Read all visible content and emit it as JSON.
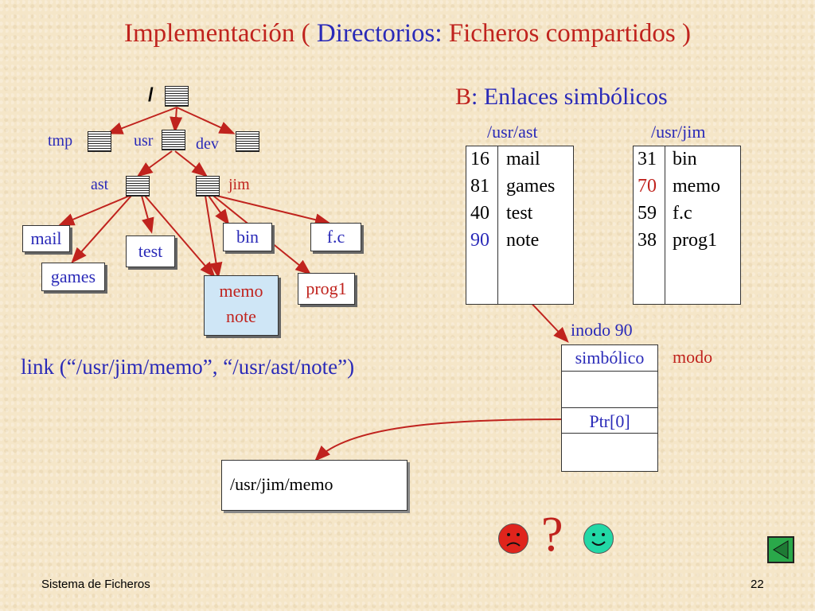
{
  "title": {
    "part1": "Implementación ( ",
    "part2": "Directorios: ",
    "part3": "Ficheros compartidos )"
  },
  "tree": {
    "root": "/",
    "tmp": "tmp",
    "usr": "usr",
    "dev": "dev",
    "ast": "ast",
    "jim": "jim",
    "files": {
      "mail": "mail",
      "games": "games",
      "test": "test",
      "memo": "memo",
      "note": "note",
      "bin": "bin",
      "prog1": "prog1",
      "fc": "f.c"
    }
  },
  "link_call": "link (“/usr/jim/memo”, “/usr/ast/note”)",
  "section": {
    "label_b": "B",
    "label_rest": ": Enlaces simbólicos"
  },
  "usr_ast": {
    "header": "/usr/ast",
    "rows": [
      {
        "inode": "16",
        "name": "mail"
      },
      {
        "inode": "81",
        "name": "games"
      },
      {
        "inode": "40",
        "name": "test"
      },
      {
        "inode": "90",
        "name": "note"
      }
    ]
  },
  "usr_jim": {
    "header": "/usr/jim",
    "rows": [
      {
        "inode": "31",
        "name": "bin"
      },
      {
        "inode": "70",
        "name": "memo"
      },
      {
        "inode": "59",
        "name": "f.c"
      },
      {
        "inode": "38",
        "name": "prog1"
      }
    ]
  },
  "inode": {
    "header": "inodo 90",
    "type": "simbólico",
    "mode_label": "modo",
    "ptr": "Ptr[0]"
  },
  "path_box": "/usr/jim/memo",
  "question": "?",
  "footer": {
    "left": "Sistema de Ficheros",
    "page": "22"
  },
  "colors": {
    "red": "#c0231e",
    "blue": "#2a2ab8",
    "background": "#f5e6c8"
  }
}
